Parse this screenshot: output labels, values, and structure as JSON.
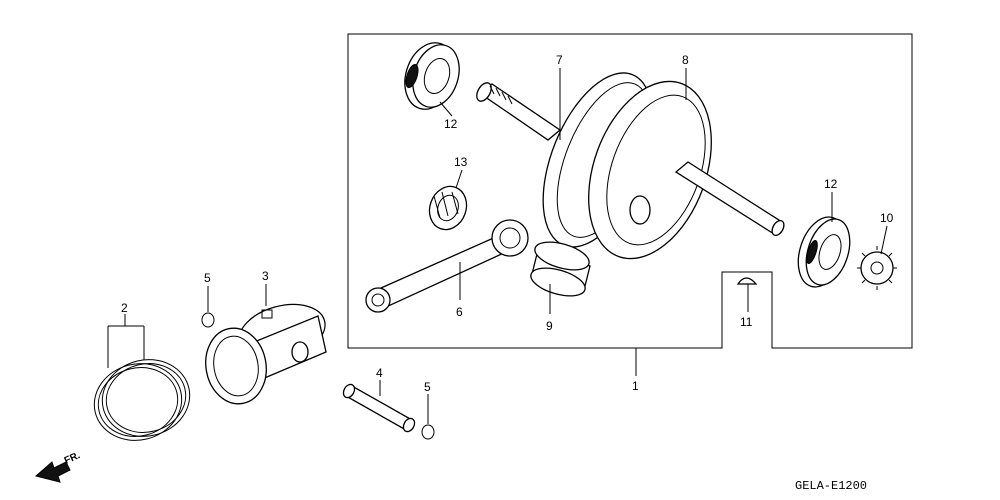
{
  "diagram": {
    "drawing_code": "GELA-E1200",
    "front_label": "FR.",
    "callouts": {
      "c1": "1",
      "c2": "2",
      "c3": "3",
      "c4": "4",
      "c5a": "5",
      "c5b": "5",
      "c6": "6",
      "c7": "7",
      "c8": "8",
      "c9": "9",
      "c10": "10",
      "c11": "11",
      "c12a": "12",
      "c12b": "12",
      "c13": "13"
    }
  }
}
